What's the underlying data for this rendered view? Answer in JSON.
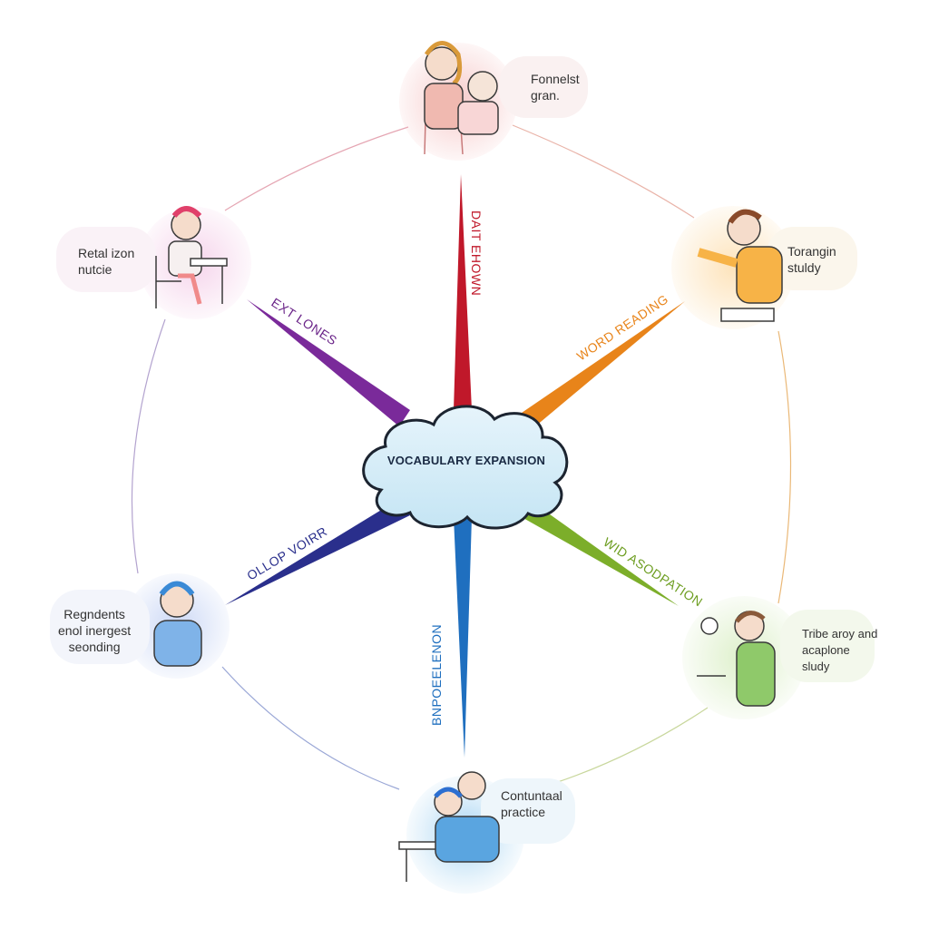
{
  "center": {
    "label": "VOCABULARY EXPANSION"
  },
  "spokes": [
    {
      "id": "top",
      "label": "DAIT EHOWN",
      "color": "#c0182a"
    },
    {
      "id": "top-right",
      "label": "WORD READING",
      "color": "#e8841a"
    },
    {
      "id": "bottom-right",
      "label": "WID ASODPATION",
      "color": "#7cae2a"
    },
    {
      "id": "bottom",
      "label": "BNPOEELENON",
      "color": "#1f6fbf"
    },
    {
      "id": "bottom-left",
      "label": "OLLOP VOIRR",
      "color": "#2a2f8c"
    },
    {
      "id": "top-left",
      "label": "EXT LONES",
      "color": "#7a2a9a"
    }
  ],
  "nodes": [
    {
      "id": "top",
      "lines": [
        "Fonnelst",
        "gran."
      ],
      "tint": "#f6c6c6"
    },
    {
      "id": "top-right",
      "lines": [
        "Torangin",
        "stuldy"
      ],
      "tint": "#fde2b8"
    },
    {
      "id": "bottom-right",
      "lines": [
        "Tribe aroy and",
        "acaplone",
        "sludy"
      ],
      "tint": "#dcefc8"
    },
    {
      "id": "bottom",
      "lines": [
        "Contuntaal",
        "practice"
      ],
      "tint": "#bfe0f5"
    },
    {
      "id": "bottom-left",
      "lines": [
        "Regndents",
        "enol inergest",
        "seonding"
      ],
      "tint": "#c9d6f5"
    },
    {
      "id": "top-left",
      "lines": [
        "Retal izon",
        "nutcie"
      ],
      "tint": "#f5d2ea"
    }
  ]
}
